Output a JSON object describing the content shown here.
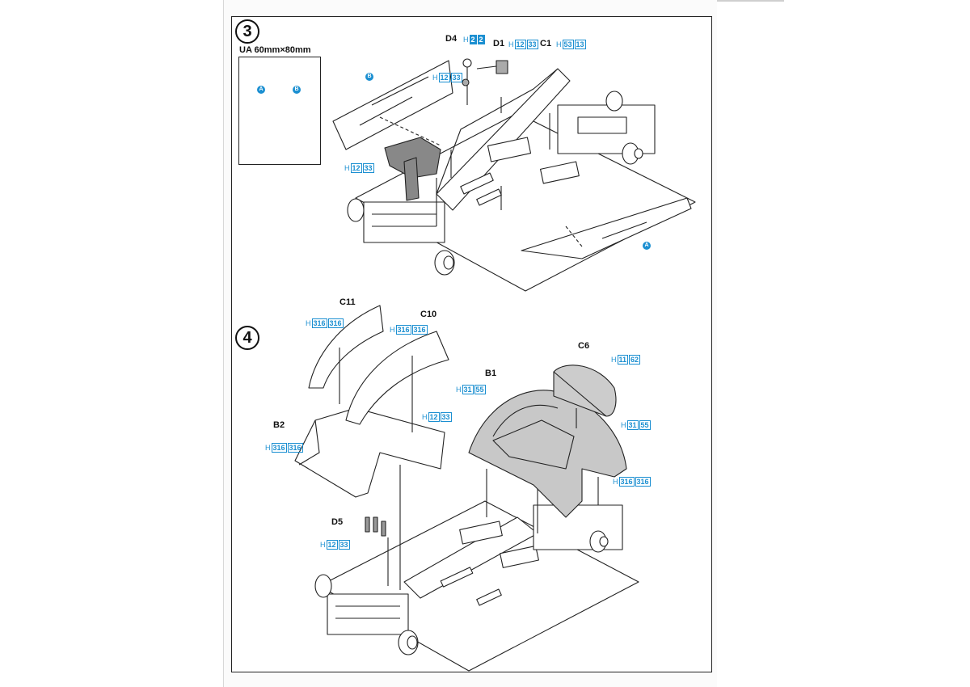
{
  "step3": {
    "number": "3",
    "decal_size": "UA 60mm×80mm",
    "decal_markers": [
      "A",
      "B"
    ],
    "parts": {
      "d4": "D4",
      "d1": "D1",
      "c1": "C1"
    },
    "markers": {
      "b": "B",
      "a": "A"
    },
    "paints": {
      "d4": {
        "h": "H",
        "codes": [
          "2",
          "2"
        ],
        "filled": true
      },
      "d1": {
        "h": "H",
        "codes": [
          "12",
          "33"
        ],
        "filled": false
      },
      "c1": {
        "h": "H",
        "codes": [
          "53",
          "13"
        ],
        "filled": false
      },
      "screw": {
        "h": "H",
        "codes": [
          "12",
          "33"
        ],
        "filled": false
      },
      "seat": {
        "h": "H",
        "codes": [
          "12",
          "33"
        ],
        "filled": false
      }
    }
  },
  "step4": {
    "number": "4",
    "parts": {
      "c11": "C11",
      "c10": "C10",
      "c6": "C6",
      "b1": "B1",
      "b2": "B2",
      "d5": "D5"
    },
    "paints": {
      "c11": {
        "h": "H",
        "codes": [
          "316",
          "316"
        ],
        "filled": false
      },
      "c10": {
        "h": "H",
        "codes": [
          "316",
          "316"
        ],
        "filled": false
      },
      "c6": {
        "h": "H",
        "codes": [
          "11",
          "62"
        ],
        "filled": false
      },
      "b1": {
        "h": "H",
        "codes": [
          "31",
          "55"
        ],
        "filled": false
      },
      "c6b": {
        "h": "H",
        "codes": [
          "31",
          "55"
        ],
        "filled": false
      },
      "mid": {
        "h": "H",
        "codes": [
          "12",
          "33"
        ],
        "filled": false
      },
      "b2": {
        "h": "H",
        "codes": [
          "316",
          "316"
        ],
        "filled": false
      },
      "rear": {
        "h": "H",
        "codes": [
          "316",
          "316"
        ],
        "filled": false
      },
      "d5": {
        "h": "H",
        "codes": [
          "12",
          "33"
        ],
        "filled": false
      }
    }
  }
}
